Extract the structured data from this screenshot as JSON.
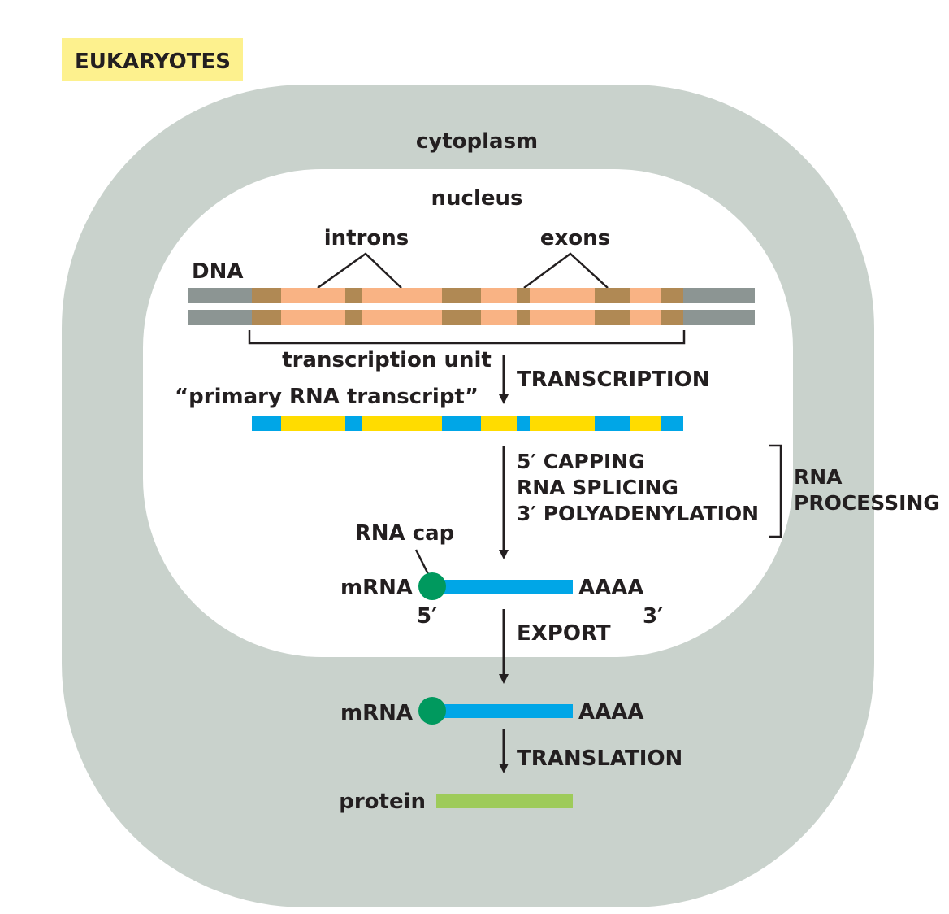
{
  "header_label": "EUKARYOTES",
  "compartments": {
    "cytoplasm": "cytoplasm",
    "nucleus": "nucleus"
  },
  "dna": {
    "label": "DNA",
    "introns_label": "introns",
    "exons_label": "exons",
    "unit_label": "transcription unit"
  },
  "primary_transcript_label": "“primary RNA transcript”",
  "steps": {
    "transcription": "TRANSCRIPTION",
    "processing_lines": [
      "5′ CAPPING",
      "RNA SPLICING",
      "3′ POLYADENYLATION"
    ],
    "processing_group": [
      "RNA",
      "PROCESSING"
    ],
    "export": "EXPORT",
    "translation": "TRANSLATION"
  },
  "mrna": {
    "cap_label": "RNA cap",
    "label": "mRNA",
    "tail": "AAAA",
    "five_prime": "5′",
    "three_prime": "3′"
  },
  "protein_label": "protein",
  "colors": {
    "header_bg": "#fdf18e",
    "cytoplasm": "#c9d2cc",
    "nucleus": "#ffffff",
    "dna_flank": "#8c9593",
    "intron_dna": "#f9b384",
    "exon_dna": "#b08954",
    "intron_rna": "#ffdc00",
    "exon_rna": "#00a6e7",
    "cap": "#00995e",
    "protein": "#9ecb5a",
    "ink": "#231f20"
  }
}
